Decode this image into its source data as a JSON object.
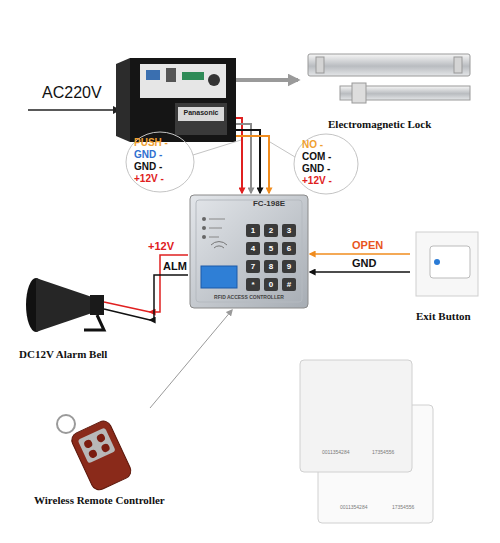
{
  "diagram": {
    "nodes": [
      {
        "text": [
          "Panasonic"
        ]
      },
      {
        "text": [
          "Electromagnetic Lock"
        ]
      },
      {
        "text": [
          "FC-198E",
          "RFID ACCESS CONTROLLER"
        ]
      },
      {
        "text": [
          "DC12V Alarm Bell"
        ]
      },
      {
        "text": [
          "Exit Button"
        ]
      },
      {
        "text": [
          "Wireless Remote Controller"
        ]
      }
    ],
    "edges": [
      {
        "from": 0,
        "to": 1,
        "arrow": "to"
      },
      {
        "from": 0,
        "to": 2,
        "arrow": "to"
      },
      {
        "from": 0,
        "to": 2,
        "arrow": "to"
      },
      {
        "from": 0,
        "to": 2,
        "arrow": "to"
      },
      {
        "from": 0,
        "to": 2,
        "arrow": "to"
      },
      {
        "from": 2,
        "to": 3,
        "label": "+12V",
        "arrow": "to"
      },
      {
        "from": 2,
        "to": 3,
        "label": "ALM",
        "arrow": "to"
      },
      {
        "from": 4,
        "to": 2,
        "label": "OPEN",
        "arrow": "to"
      },
      {
        "from": 4,
        "to": 2,
        "label": "GND",
        "arrow": "to"
      },
      {
        "from": 5,
        "to": 2,
        "arrow": "to"
      }
    ],
    "labels": [
      "AC220V",
      "PUSH -",
      "GND -",
      "GND -",
      "+12V -",
      "NO -",
      "COM -",
      "GND -",
      "+12V -",
      "1",
      "2",
      "3",
      "4",
      "5",
      "6",
      "7",
      "8",
      "9",
      "*",
      "0",
      "#",
      "0011354284",
      "17354556",
      "0011354284",
      "17354556"
    ]
  }
}
